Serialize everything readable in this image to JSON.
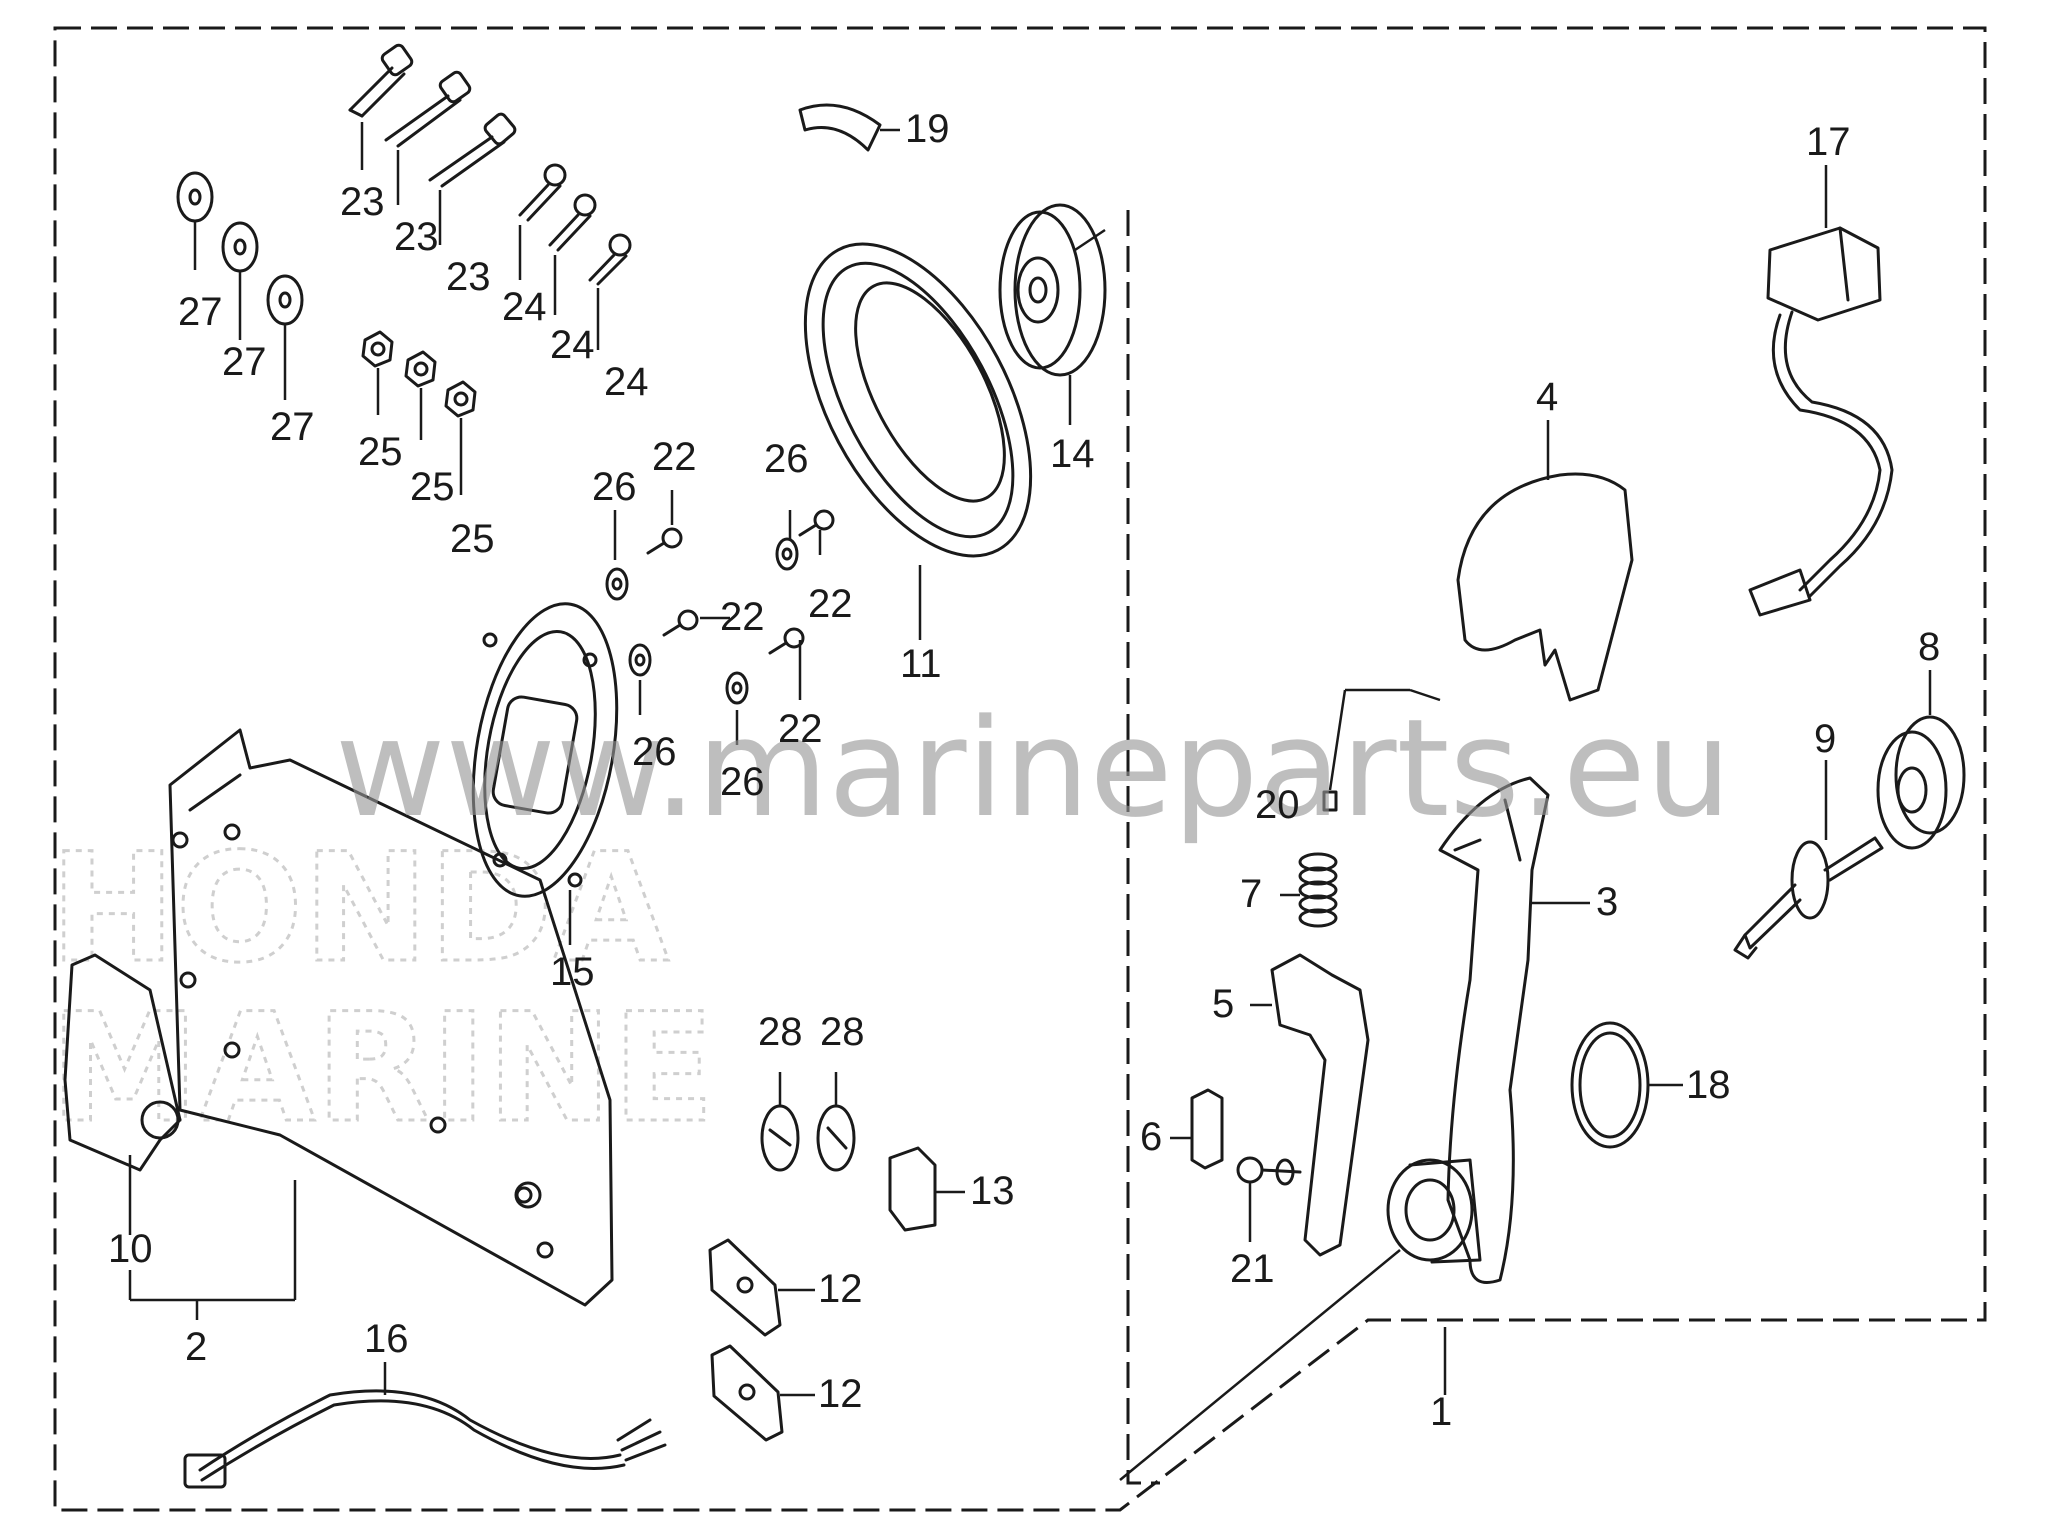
{
  "watermark": "www.marineparts.eu",
  "ghost_logo": [
    "HONDA",
    "MARINE"
  ],
  "callouts": {
    "p1": "1",
    "p2": "2",
    "p3": "3",
    "p4": "4",
    "p5": "5",
    "p6": "6",
    "p7": "7",
    "p8": "8",
    "p9": "9",
    "p10": "10",
    "p11": "11",
    "p12a": "12",
    "p12b": "12",
    "p13": "13",
    "p14": "14",
    "p15": "15",
    "p16": "16",
    "p17": "17",
    "p18": "18",
    "p19": "19",
    "p20": "20",
    "p21": "21",
    "p22a": "22",
    "p22b": "22",
    "p22c": "22",
    "p22d": "22",
    "p23a": "23",
    "p23b": "23",
    "p23c": "23",
    "p24a": "24",
    "p24b": "24",
    "p24c": "24",
    "p25a": "25",
    "p25b": "25",
    "p25c": "25",
    "p26a": "26",
    "p26b": "26",
    "p26c": "26",
    "p26d": "26",
    "p27a": "27",
    "p27b": "27",
    "p27c": "27",
    "p28a": "28",
    "p28b": "28"
  }
}
